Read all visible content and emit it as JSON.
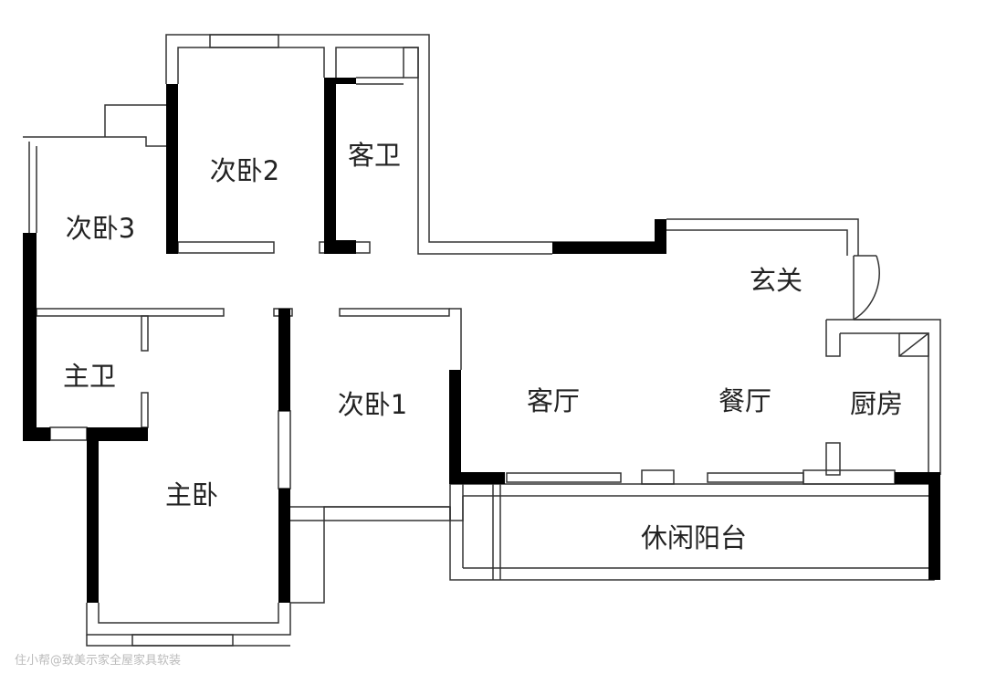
{
  "rooms": {
    "bedroom2": "次卧2",
    "guest_bath": "客卫",
    "bedroom3": "次卧3",
    "foyer": "玄关",
    "master_bath": "主卫",
    "bedroom1": "次卧1",
    "living": "客厅",
    "dining": "餐厅",
    "kitchen": "厨房",
    "master_bedroom": "主卧",
    "balcony": "休闲阳台"
  },
  "watermark": "住小帮@致美示家全屋家具软装",
  "colors": {
    "wall": "#000000",
    "line": "#333333",
    "background": "#ffffff"
  }
}
